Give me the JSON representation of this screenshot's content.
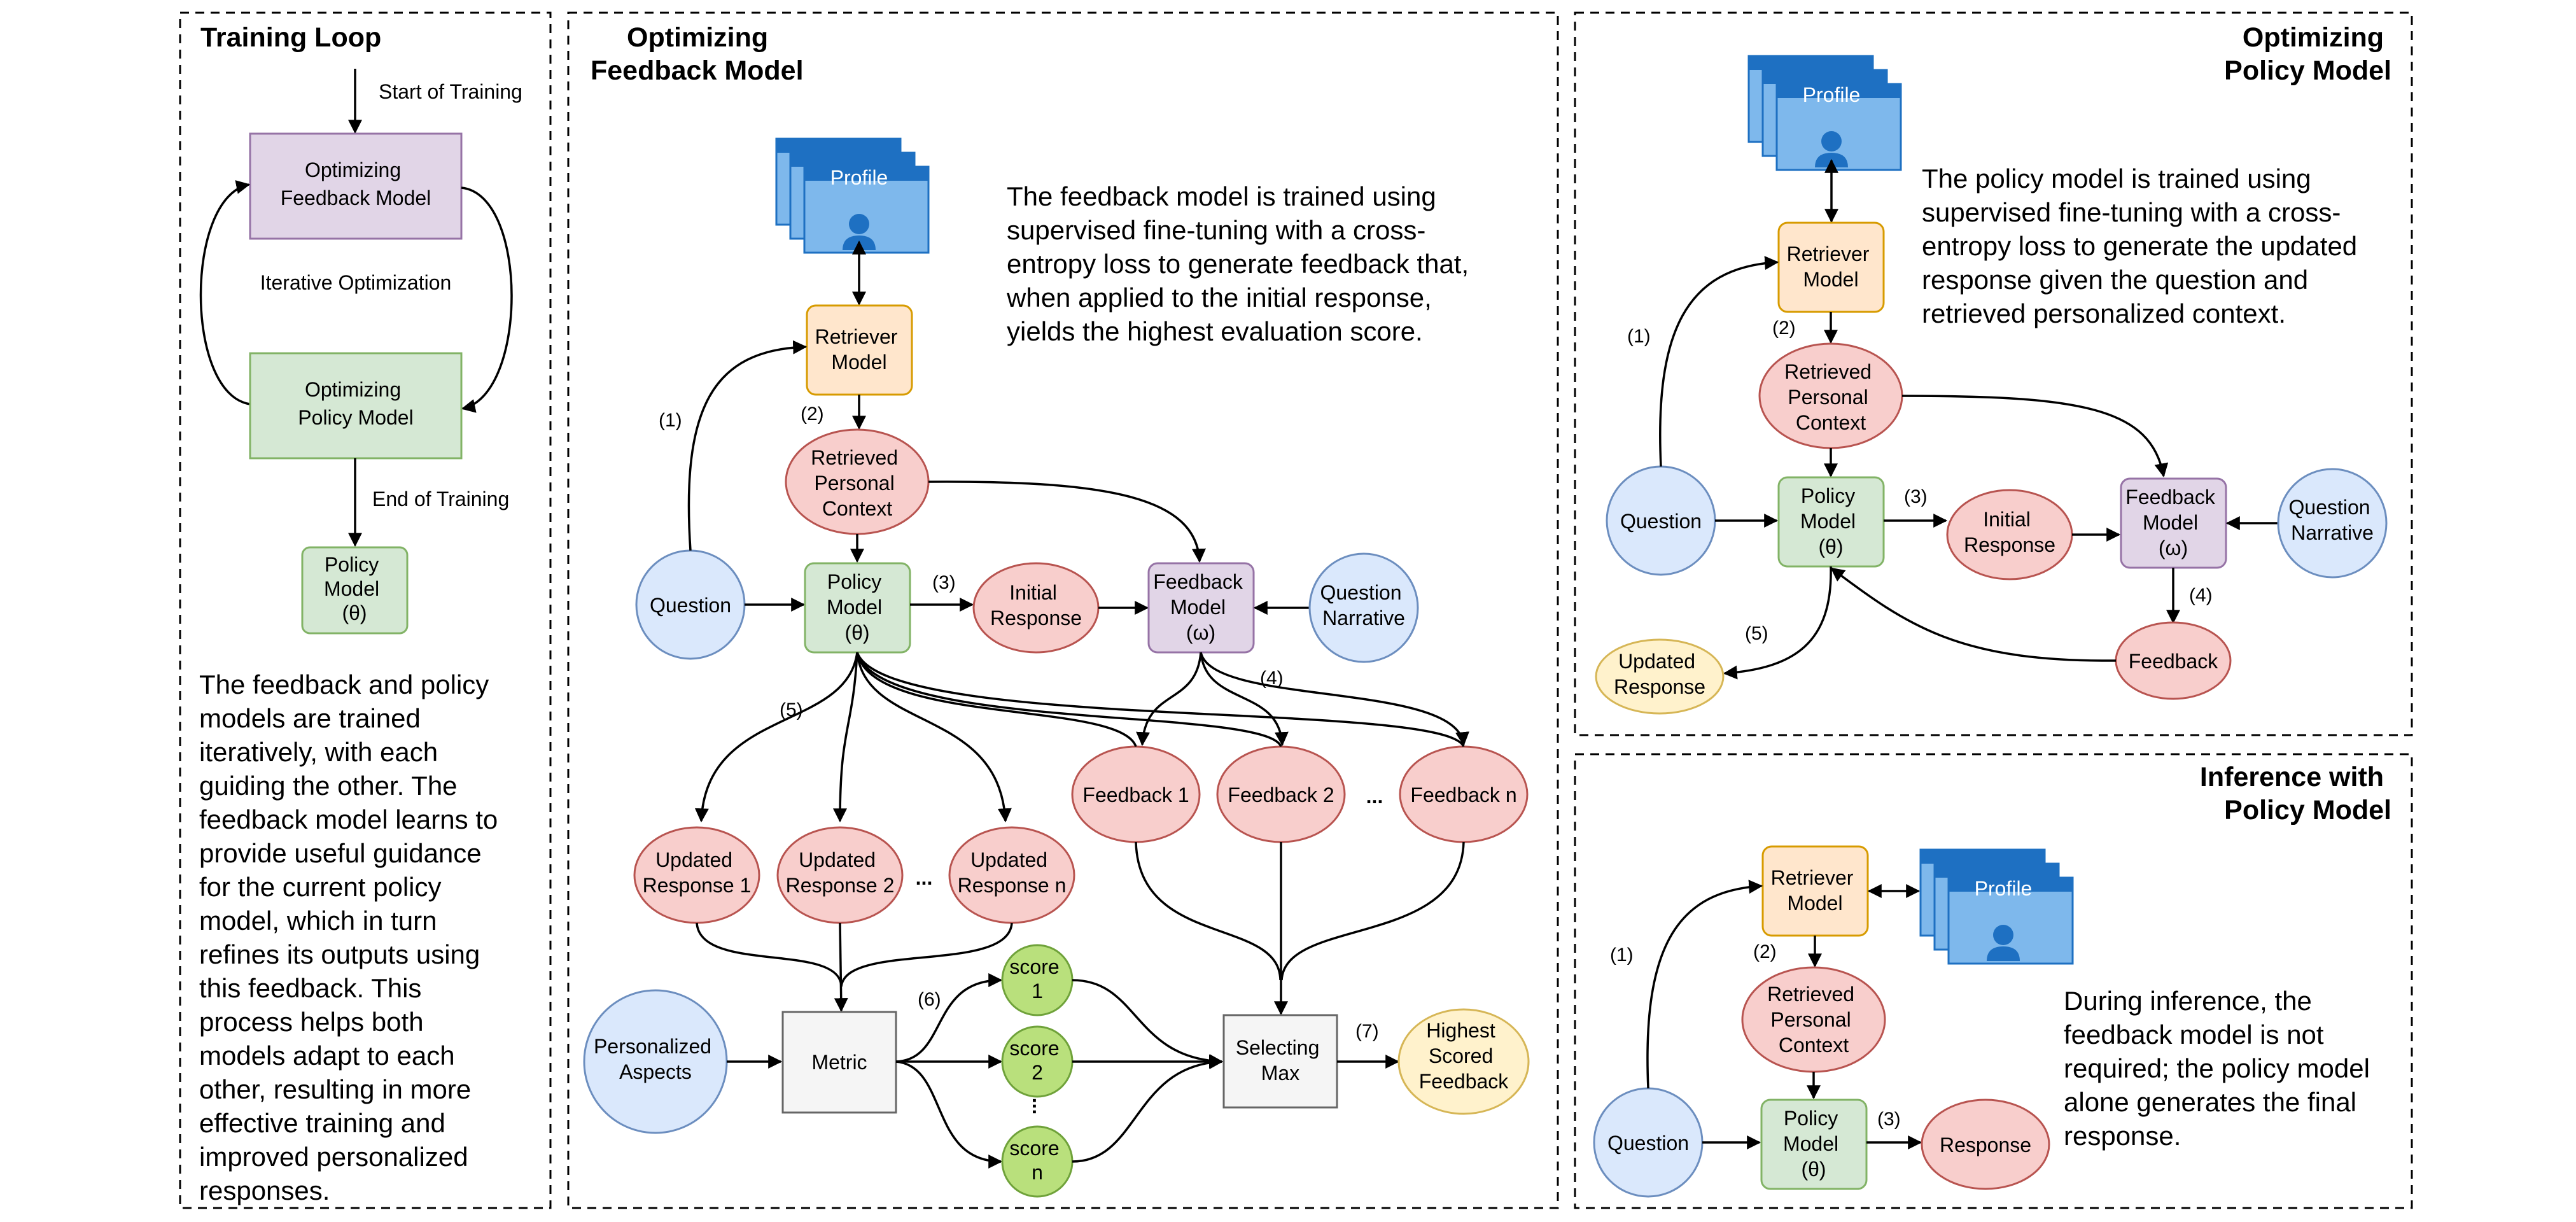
{
  "colors": {
    "purple_fill": "#e1d5e7",
    "purple_stroke": "#9673a6",
    "green_fill": "#d5e8d4",
    "green_stroke": "#82b366",
    "orange_fill": "#ffe6cc",
    "orange_stroke": "#d79b00",
    "red_fill": "#f8cecc",
    "red_stroke": "#b85450",
    "blue_fill": "#dae8fc",
    "blue_stroke": "#6c8ebf",
    "yellow_fill": "#fff2cc",
    "yellow_stroke": "#d6b656",
    "lime_fill": "#b9e07c",
    "lime_stroke": "#6fa23a",
    "gray_fill": "#f5f5f5",
    "gray_stroke": "#666666",
    "profile_dark": "#1e70c2",
    "profile_light": "#7eb8ec"
  },
  "training_loop": {
    "title": "Training Loop",
    "start": "Start of Training",
    "opt_feedback": [
      "Optimizing",
      "Feedback Model"
    ],
    "iterative": "Iterative Optimization",
    "opt_policy": [
      "Optimizing",
      "Policy Model"
    ],
    "end": "End of Training",
    "policy": [
      "Policy",
      "Model",
      "(θ)"
    ],
    "description": [
      "The feedback and policy",
      "models are trained",
      "iteratively, with each",
      "guiding the other. The",
      "feedback model learns to",
      "provide useful guidance",
      "for the current policy",
      "model, which in turn",
      "refines its outputs using",
      "this feedback. This",
      "process helps both",
      "models adapt to each",
      "other, resulting in more",
      "effective training and",
      "improved personalized",
      "responses."
    ]
  },
  "feedback_panel": {
    "title": [
      "Optimizing",
      "Feedback Model"
    ],
    "description": [
      "The feedback model is trained using",
      "supervised fine-tuning with a cross-",
      "entropy loss to generate feedback that,",
      "when applied to the initial response,",
      "yields the highest evaluation score."
    ],
    "profile": "Profile",
    "retriever": [
      "Retriever",
      "Model"
    ],
    "context": [
      "Retrieved",
      "Personal",
      "Context"
    ],
    "question": "Question",
    "policy": [
      "Policy",
      "Model",
      "(θ)"
    ],
    "initial": [
      "Initial",
      "Response"
    ],
    "feedback_model": [
      "Feedback",
      "Model",
      "(ω)"
    ],
    "question_narrative": [
      "Question",
      "Narrative"
    ],
    "step1": "(1)",
    "step2": "(2)",
    "step3": "(3)",
    "step4": "(4)",
    "step5": "(5)",
    "step6": "(6)",
    "step7": "(7)",
    "fb1": "Feedback 1",
    "fb2": "Feedback 2",
    "fbn": "Feedback n",
    "ur1": [
      "Updated",
      "Response 1"
    ],
    "ur2": [
      "Updated",
      "Response 2"
    ],
    "urn": [
      "Updated",
      "Response n"
    ],
    "ellipsis": "...",
    "aspects": [
      "Personalized",
      "Aspects"
    ],
    "metric": "Metric",
    "score1": [
      "score",
      "1"
    ],
    "score2": [
      "score",
      "2"
    ],
    "scoren": [
      "score",
      "n"
    ],
    "selecting": [
      "Selecting",
      "Max"
    ],
    "highest": [
      "Highest",
      "Scored",
      "Feedback"
    ]
  },
  "policy_panel": {
    "title": [
      "Optimizing",
      "Policy Model"
    ],
    "description": [
      "The policy model is trained using",
      "supervised fine-tuning with a cross-",
      "entropy loss to generate the updated",
      "response given the question and",
      "retrieved personalized context."
    ],
    "profile": "Profile",
    "retriever": [
      "Retriever",
      "Model"
    ],
    "context": [
      "Retrieved",
      "Personal",
      "Context"
    ],
    "question": "Question",
    "policy": [
      "Policy",
      "Model",
      "(θ)"
    ],
    "initial": [
      "Initial",
      "Response"
    ],
    "feedback_model": [
      "Feedback",
      "Model",
      "(ω)"
    ],
    "question_narrative": [
      "Question",
      "Narrative"
    ],
    "feedback": "Feedback",
    "updated": [
      "Updated",
      "Response"
    ],
    "step1": "(1)",
    "step2": "(2)",
    "step3": "(3)",
    "step4": "(4)",
    "step5": "(5)"
  },
  "inference_panel": {
    "title": [
      "Inference with",
      "Policy Model"
    ],
    "description": [
      "During inference, the",
      "feedback model is not",
      "required; the policy model",
      "alone generates the final",
      "response."
    ],
    "profile": "Profile",
    "retriever": [
      "Retriever",
      "Model"
    ],
    "context": [
      "Retrieved",
      "Personal",
      "Context"
    ],
    "question": "Question",
    "policy": [
      "Policy",
      "Model",
      "(θ)"
    ],
    "response": "Response",
    "step1": "(1)",
    "step2": "(2)",
    "step3": "(3)"
  }
}
